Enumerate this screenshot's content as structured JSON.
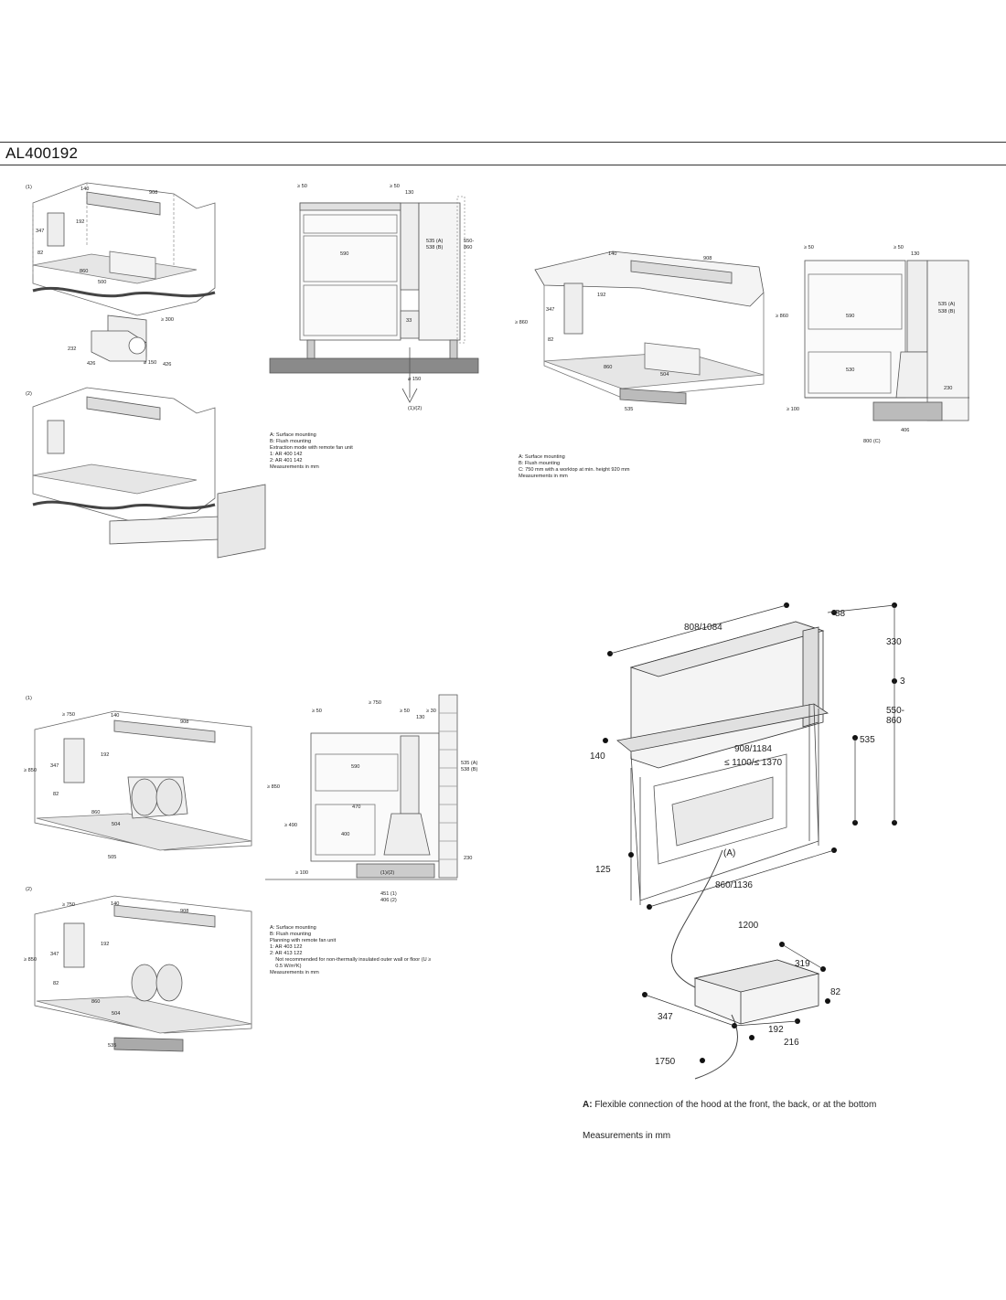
{
  "page": {
    "title": "AL400192"
  },
  "panel_tl": {
    "fig1_label": "(1)",
    "fig2_label": "(2)",
    "d140": "140",
    "d908": "908",
    "d347": "347",
    "d192": "192",
    "d82": "82",
    "d860": "860",
    "d500": "500",
    "d300": "≥ 300",
    "d232": "232",
    "d426a": "426",
    "d150": "⌀ 150",
    "d426b": "426",
    "s_ge50a": "≥ 50",
    "s_ge50b": "≥ 50",
    "s_130": "130",
    "s_590": "590",
    "s_535": "535 (A)",
    "s_538": "538 (B)",
    "s_550": "550-",
    "s_860": "860",
    "s_33": "33",
    "s_150": "⌀ 150",
    "s_12": "(1)/(2)",
    "notes": [
      "A: Surface mounting",
      "B: Flush mounting",
      "",
      "Extraction mode with remote fan unit",
      "1: AR 400 142",
      "2: AR 401 142",
      "",
      "Measurements in mm"
    ]
  },
  "panel_tr": {
    "d140": "140",
    "d908": "908",
    "d860h": "≥ 860",
    "d347": "347",
    "d192": "192",
    "d82": "82",
    "d860": "860",
    "d504": "504",
    "d535": "535",
    "s_ge50a": "≥ 50",
    "s_ge50b": "≥ 50",
    "s_130": "130",
    "s_860": "≥ 860",
    "s_590": "590",
    "s_535": "535 (A)",
    "s_538": "538 (B)",
    "s_530": "530",
    "s_230": "230",
    "s_100": "≥ 100",
    "s_406": "406",
    "s_800": "800 (C)",
    "notes": [
      "A: Surface mounting",
      "B: Flush mounting",
      "C: 750 mm with a worktop at min. height 920 mm",
      "",
      "Measurements in mm"
    ]
  },
  "panel_bl": {
    "fig1_label": "(1)",
    "fig2_label": "(2)",
    "d750": "≥ 750",
    "d140": "140",
    "d908": "908",
    "d850": "≥ 850",
    "d347": "347",
    "d192": "192",
    "d82": "82",
    "d860": "860",
    "d504": "504",
    "d505": "505",
    "d750b": "≥ 750",
    "d140b": "140",
    "d908b": "908",
    "d850b": "≥ 850",
    "d347b": "347",
    "d192b": "192",
    "d82b": "82",
    "d860b": "860",
    "d504b": "504",
    "d535b": "535",
    "s_750": "≥ 750",
    "s_ge50a": "≥ 50",
    "s_ge50b": "≥ 50",
    "s_130": "130",
    "s_30": "≥ 30",
    "s_590": "590",
    "s_535": "535 (A)",
    "s_538": "538 (B)",
    "s_850": "≥ 850",
    "s_470": "470",
    "s_490": "≥ 490",
    "s_400": "400",
    "s_230": "230",
    "s_100": "≥ 100",
    "s_12": "(1)/(2)",
    "s_451": "451 (1)",
    "s_406": "406 (2)",
    "notes": [
      "A: Surface mounting",
      "B: Flush mounting",
      "",
      "Planning with remote fan unit",
      "1: AR 403 122",
      "",
      "2: AR 413 122",
      "    Not recommended for non-thermally insulated outer wall or floor (U ≥",
      "    0.5 W/m²K)",
      "",
      "Measurements in mm"
    ]
  },
  "panel_br": {
    "d808": "808/1084",
    "d88": "88",
    "d330": "330",
    "d3": "3",
    "d550": "550-",
    "d860": "860",
    "d535": "535",
    "d140": "140",
    "d908": "908/1184",
    "d1100": "≤ 1100/≤ 1370",
    "dA": "(A)",
    "d125": "125",
    "d860b": "860/1136",
    "d1200": "1200",
    "d319": "319",
    "d82": "82",
    "d347": "347",
    "d192": "192",
    "d216": "216",
    "d1750": "1750",
    "note_a_key": "A:",
    "note_a": "Flexible connection of the hood at the front, the back, or at the bottom",
    "note_m": "Measurements in mm"
  }
}
